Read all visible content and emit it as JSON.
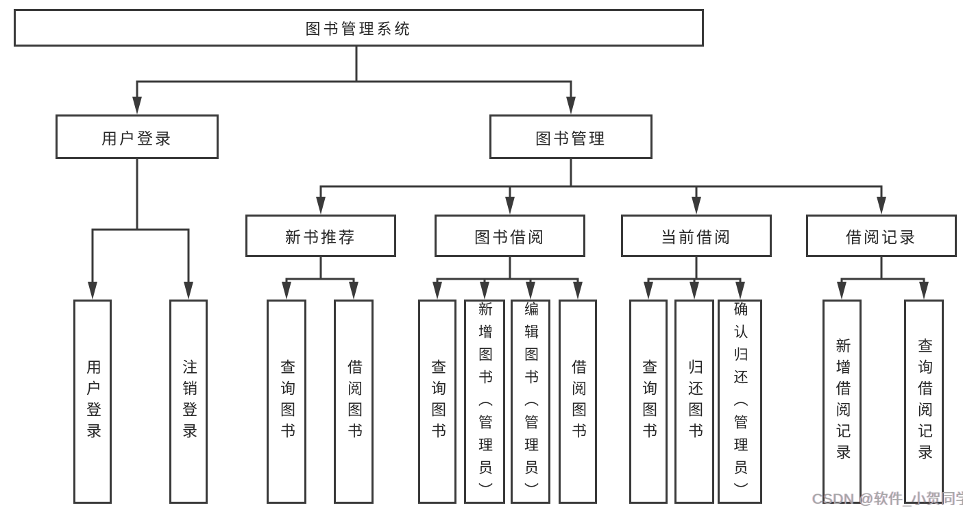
{
  "diagram": {
    "root": {
      "label": "图书管理系统"
    },
    "branches": [
      {
        "label": "用户登录",
        "children": [
          {
            "label": "用户登录"
          },
          {
            "label": "注销登录"
          }
        ]
      },
      {
        "label": "图书管理",
        "children": [
          {
            "label": "新书推荐",
            "children": [
              {
                "label": "查询图书"
              },
              {
                "label": "借阅图书"
              }
            ]
          },
          {
            "label": "图书借阅",
            "children": [
              {
                "label": "查询图书"
              },
              {
                "label": "新增图书（管理员）"
              },
              {
                "label": "编辑图书（管理员）"
              },
              {
                "label": "借阅图书"
              }
            ]
          },
          {
            "label": "当前借阅",
            "children": [
              {
                "label": "查询图书"
              },
              {
                "label": "归还图书"
              },
              {
                "label": "确认归还（管理员）"
              }
            ]
          },
          {
            "label": "借阅记录",
            "children": [
              {
                "label": "新增借阅记录"
              },
              {
                "label": "查询借阅记录"
              }
            ]
          }
        ]
      }
    ]
  },
  "watermark": {
    "text": "CSDN @软件_小贺同学"
  },
  "colors": {
    "line": "#3a3a3a",
    "text": "#262626",
    "watermark_gray": "#a6a6a6",
    "background": "#ffffff"
  }
}
